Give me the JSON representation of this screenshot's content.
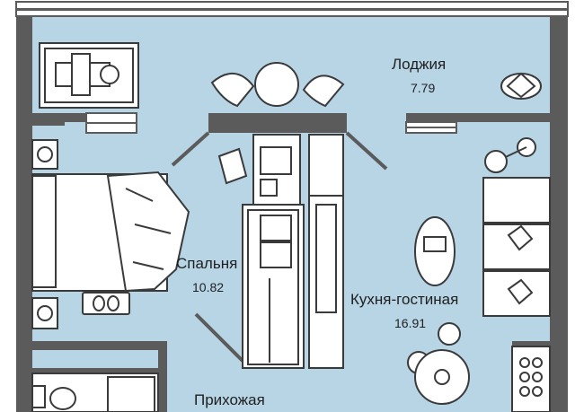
{
  "rooms": [
    {
      "id": "loggia",
      "name": "Лоджия",
      "area": "7.79"
    },
    {
      "id": "bedroom",
      "name": "Спальня",
      "area": "10.82"
    },
    {
      "id": "kitchen-living",
      "name": "Кухня-гостиная",
      "area": "16.91"
    },
    {
      "id": "hallway",
      "name": "Прихожая",
      "area": ""
    }
  ],
  "colors": {
    "floor": "#b8d5e6",
    "wall": "#5b5b5b",
    "furniture_fill": "#ffffff",
    "furniture_line": "#3a3a3a"
  }
}
